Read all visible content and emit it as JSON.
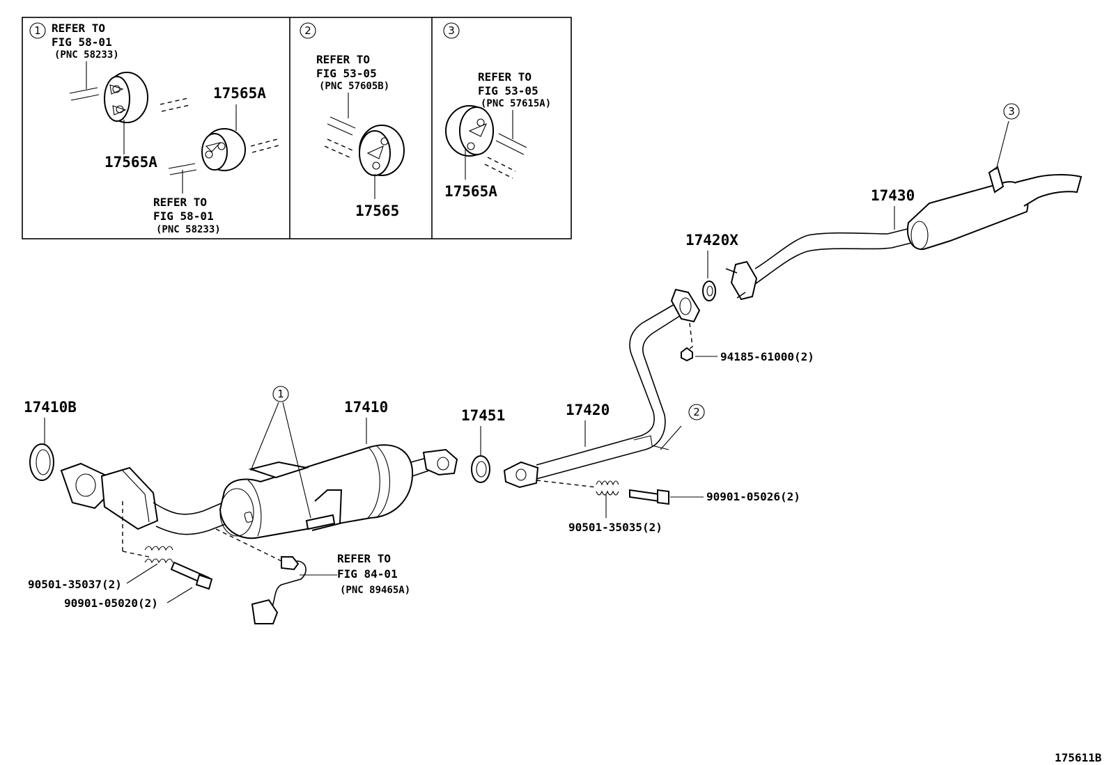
{
  "inset": {
    "panel1": {
      "num": "1",
      "ref_top": [
        "REFER TO",
        "FIG 58-01",
        "(PNC 58233)"
      ],
      "label_a": "17565A",
      "label_b": "17565A",
      "ref_bottom": [
        "REFER TO",
        "FIG 58-01",
        "(PNC 58233)"
      ]
    },
    "panel2": {
      "num": "2",
      "ref": [
        "REFER TO",
        "FIG 53-05",
        "(PNC 57605B)"
      ],
      "label": "17565"
    },
    "panel3": {
      "num": "3",
      "ref": [
        "REFER TO",
        "FIG 53-05",
        "(PNC 57615A)"
      ],
      "label": "17565A"
    }
  },
  "parts": {
    "p17410B": "17410B",
    "p17410": "17410",
    "p17451": "17451",
    "p17420": "17420",
    "p17420X": "17420X",
    "p17430": "17430",
    "b94185": "94185-61000(2)",
    "b90901_05026": "90901-05026(2)",
    "s90501_35035": "90501-35035(2)",
    "s90501_35037": "90501-35037(2)",
    "b90901_05020": "90901-05020(2)"
  },
  "callouts": {
    "c1": "1",
    "c2": "2",
    "c3": "3"
  },
  "sensor_ref": [
    "REFER TO",
    "FIG 84-01",
    "(PNC 89465A)"
  ],
  "figure_id": "175611B"
}
